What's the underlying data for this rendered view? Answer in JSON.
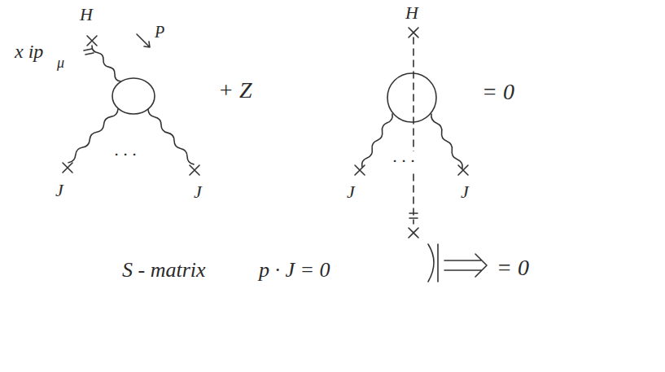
{
  "diagram": {
    "labels": [
      "x ip",
      "μ",
      "H",
      "P",
      "+ Z",
      "· · ·",
      "J",
      "J",
      "H",
      "= 0",
      "· · ·",
      "J",
      "J",
      "S - matrix",
      "p · J = 0",
      "= 0"
    ]
  }
}
